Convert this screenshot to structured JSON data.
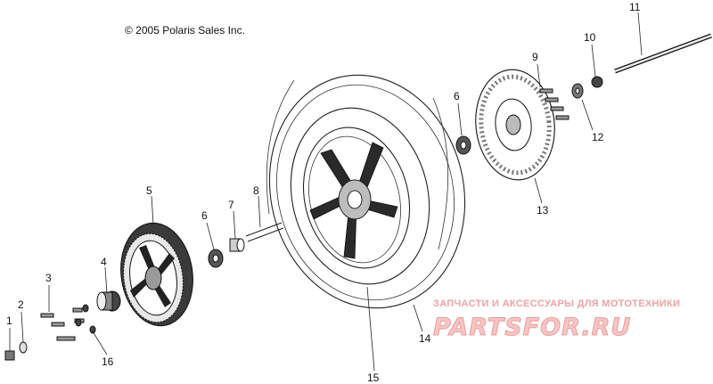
{
  "copyright": "© 2005 Polaris Sales Inc.",
  "callouts": {
    "c1": "1",
    "c2": "2",
    "c3": "3",
    "c4": "4",
    "c5": "5",
    "c6a": "6",
    "c6b": "6",
    "c7": "7",
    "c8": "8",
    "c9": "9",
    "c10": "10",
    "c11": "11",
    "c12": "12",
    "c13": "13",
    "c14": "14",
    "c15": "15",
    "c16": "16"
  },
  "watermark": {
    "top_text": "ЗАПЧАСТИ И АКСЕССУАРЫ ДЛЯ МОТОТЕХНИКИ",
    "logo_text": "PARTSFOR.RU"
  }
}
